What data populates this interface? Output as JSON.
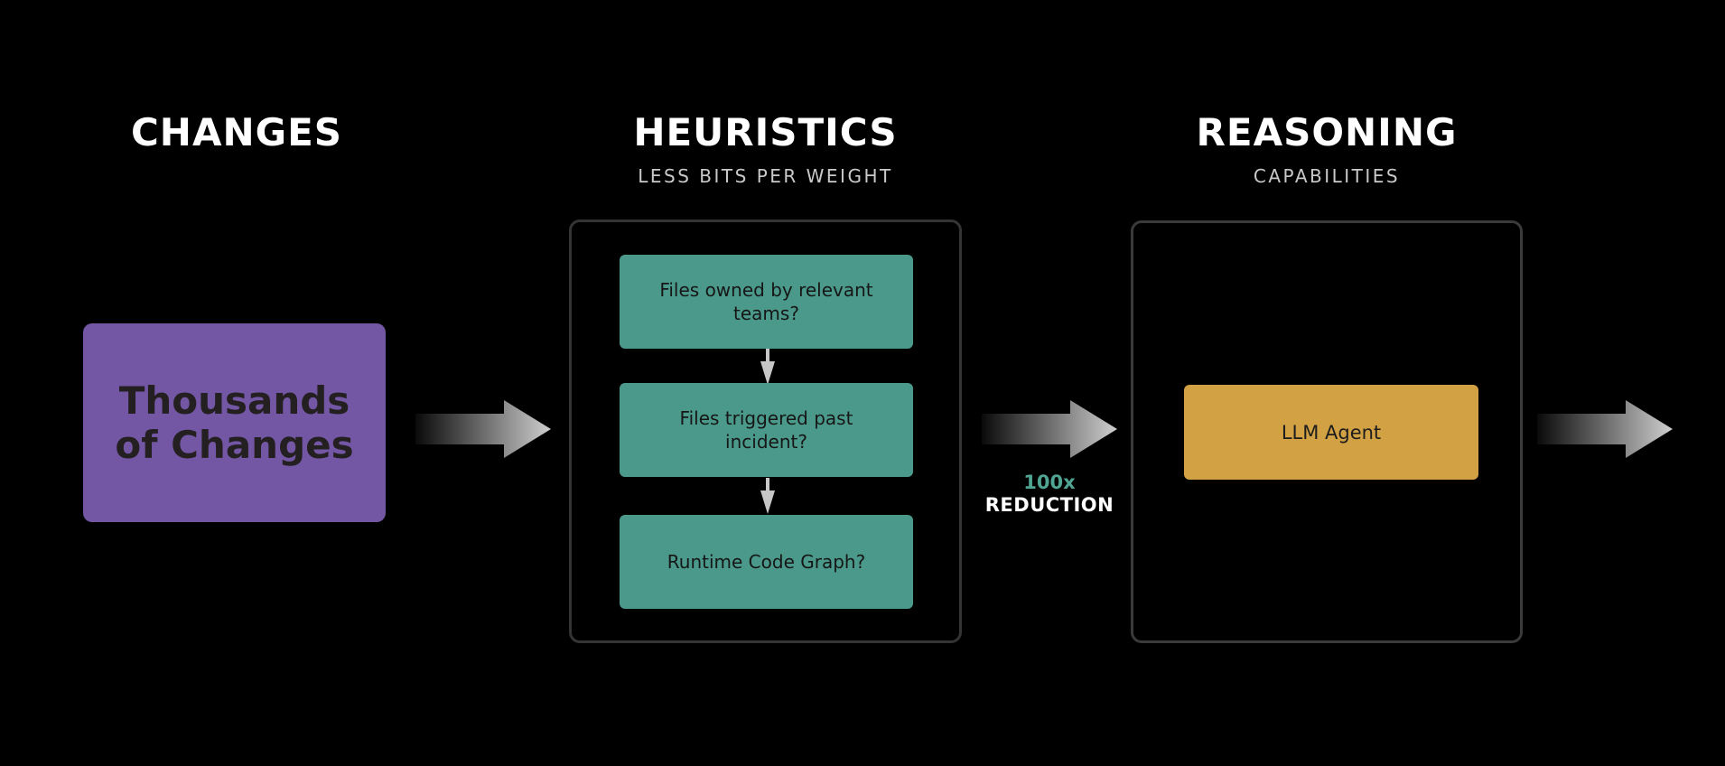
{
  "title_section": {
    "columns": [
      {
        "title": "CHANGES",
        "subtitle": ""
      },
      {
        "title": "HEURISTICS",
        "subtitle": "LESS BITS PER WEIGHT"
      },
      {
        "title": "REASONING",
        "subtitle": "CAPABILITIES"
      }
    ]
  },
  "nodes": {
    "changes": {
      "label": "Thousands of Changes",
      "color": "#7357A5"
    },
    "heuristic_steps": [
      {
        "label": "Files owned by relevant teams?"
      },
      {
        "label": "Files triggered past incident?"
      },
      {
        "label": "Runtime Code Graph?"
      }
    ],
    "heuristic_step_color": "#4A998A",
    "llm_agent": {
      "label": "LLM Agent",
      "color": "#D2A144"
    }
  },
  "annotations": {
    "reduction": {
      "value": "100x",
      "label": "REDUCTION",
      "value_color": "#4FA492"
    }
  },
  "colors": {
    "background": "#000000",
    "panel_border": "#343434",
    "arrow_light": "#CFCFCF",
    "arrow_dark": "#0A0A0A",
    "down_arrow": "#C6C6C6",
    "heading_text": "#FFFFFF",
    "subtitle_text": "#C9C9C9"
  }
}
